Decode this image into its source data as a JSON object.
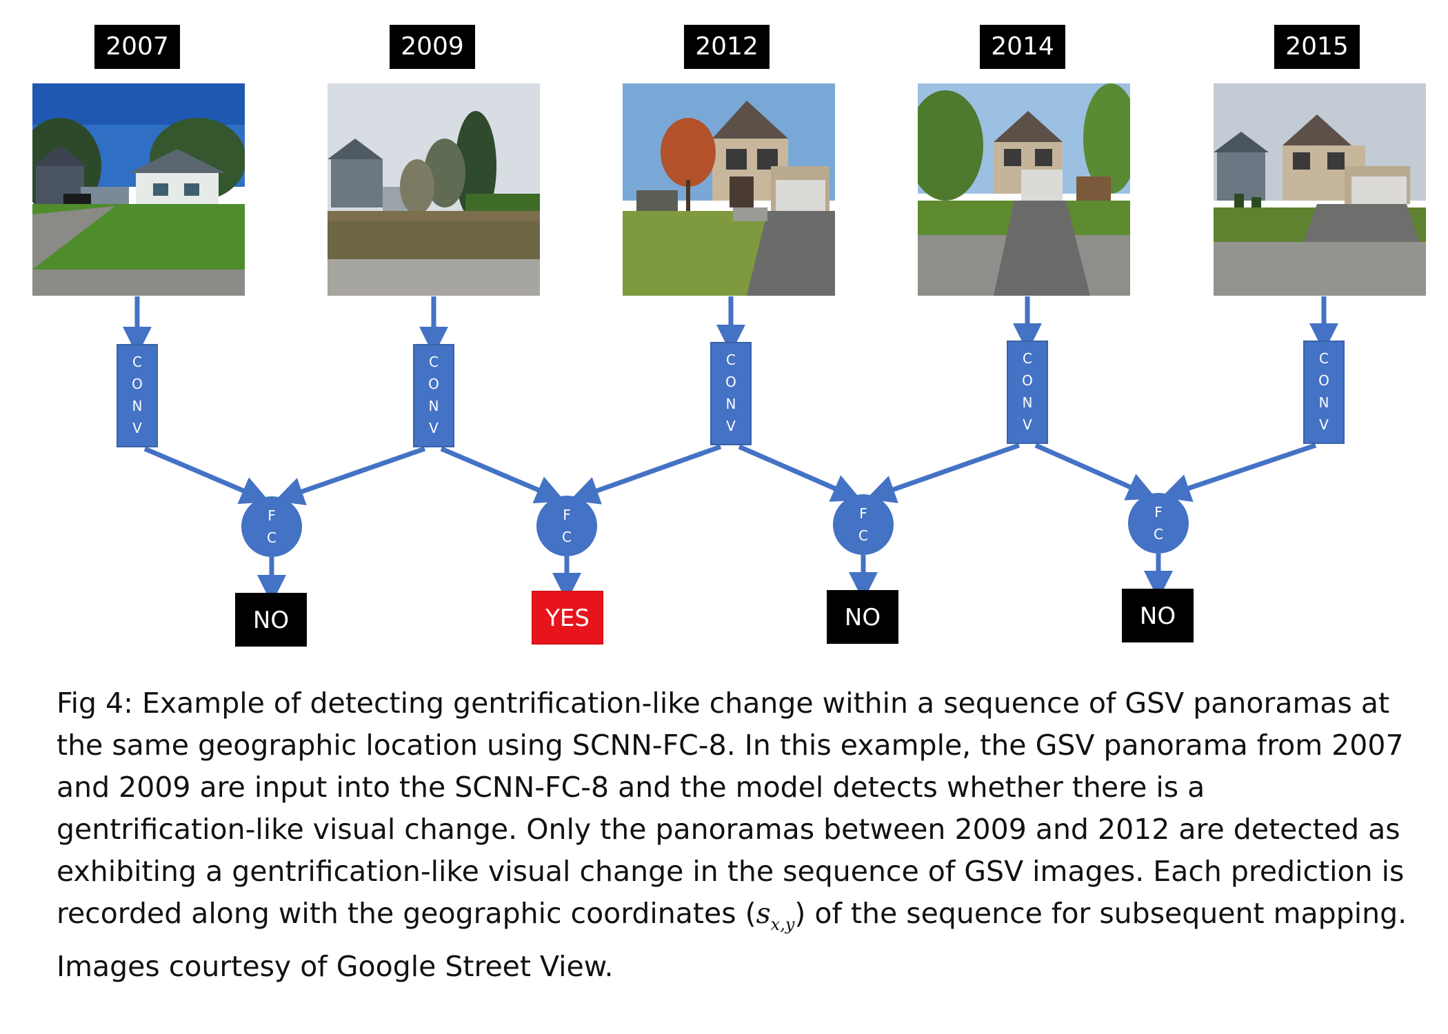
{
  "years": [
    "2007",
    "2009",
    "2012",
    "2014",
    "2015"
  ],
  "conv_letters": [
    "C",
    "O",
    "N",
    "V"
  ],
  "fc_letters": [
    "F",
    "C"
  ],
  "results": [
    "NO",
    "YES",
    "NO",
    "NO"
  ],
  "colors": {
    "node_fill": "#4472C4",
    "label_bg": "#000000",
    "yes_bg": "#E8141C",
    "text_on_dark": "#FFFFFF"
  },
  "caption": {
    "before_coord": "Fig 4: Example of detecting gentrification-like change within a sequence of GSV panoramas at the same geographic location using SCNN-FC-8.  In this example, the GSV panorama from 2007 and 2009 are input into the SCNN-FC-8 and the model detects whether there is a gentrification-like visual change.   Only the panoramas between 2009 and 2012 are detected as exhibiting a gentrification-like visual change in the sequence of GSV images.  Each prediction is recorded along with the geographic coordinates (",
    "coord_symbol": "s",
    "coord_subscript": "x,y",
    "after_coord": ") of the sequence for subsequent mapping. Images courtesy of Google Street View."
  }
}
